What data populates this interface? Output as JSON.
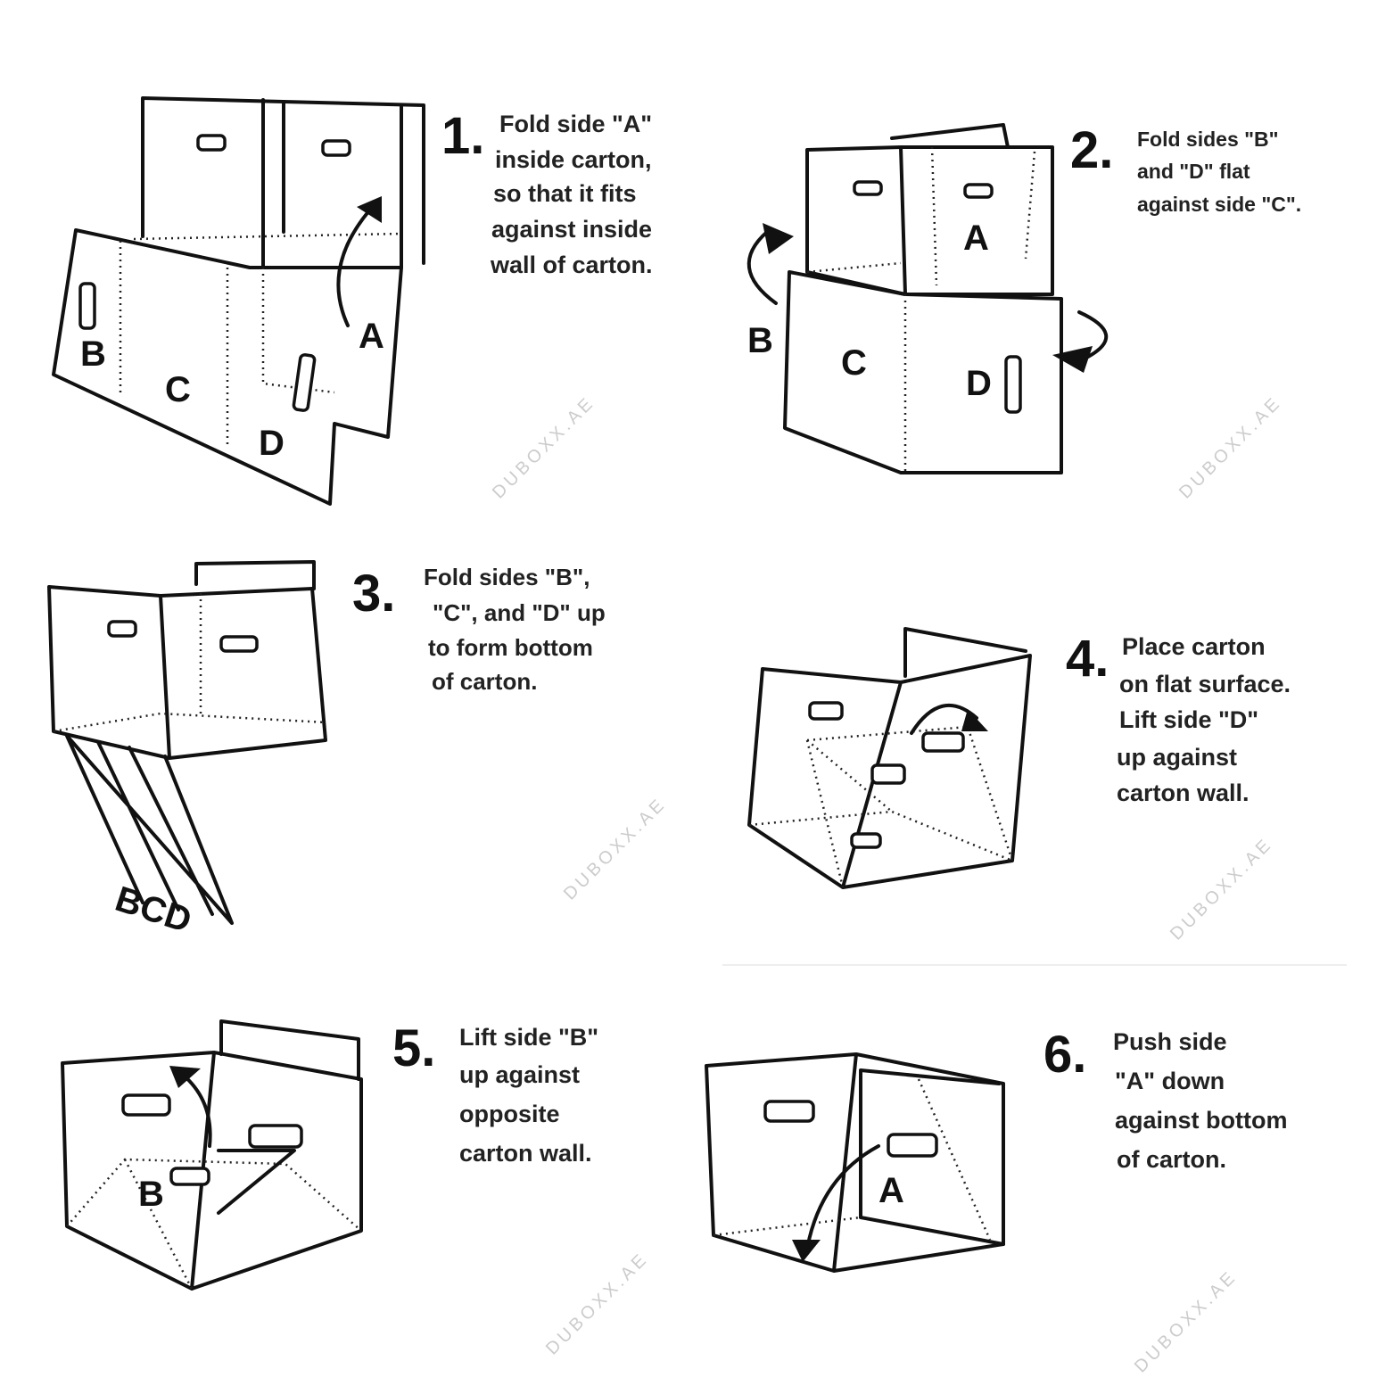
{
  "watermark": "DUBOXX.AE",
  "steps": [
    {
      "number": "1.",
      "lines": [
        "Fold side \"A\"",
        "inside carton,",
        "so that it fits",
        "against inside",
        "wall of carton."
      ],
      "labels": [
        "A",
        "B",
        "C",
        "D"
      ]
    },
    {
      "number": "2.",
      "lines": [
        "Fold sides \"B\"",
        "and \"D\" flat",
        "against side \"C\"."
      ],
      "labels": [
        "A",
        "B",
        "C",
        "D"
      ]
    },
    {
      "number": "3.",
      "lines": [
        "Fold sides \"B\",",
        "\"C\", and \"D\" up",
        "to form bottom",
        "of carton."
      ],
      "labels": [
        "BCD"
      ]
    },
    {
      "number": "4.",
      "lines": [
        "Place carton",
        "on flat surface.",
        "Lift side \"D\"",
        "up against",
        "carton wall."
      ],
      "labels": []
    },
    {
      "number": "5.",
      "lines": [
        "Lift side \"B\"",
        "up against",
        "opposite",
        "carton wall."
      ],
      "labels": [
        "B"
      ]
    },
    {
      "number": "6.",
      "lines": [
        "Push side",
        "\"A\" down",
        "against bottom",
        "of carton."
      ],
      "labels": [
        "A"
      ]
    }
  ]
}
